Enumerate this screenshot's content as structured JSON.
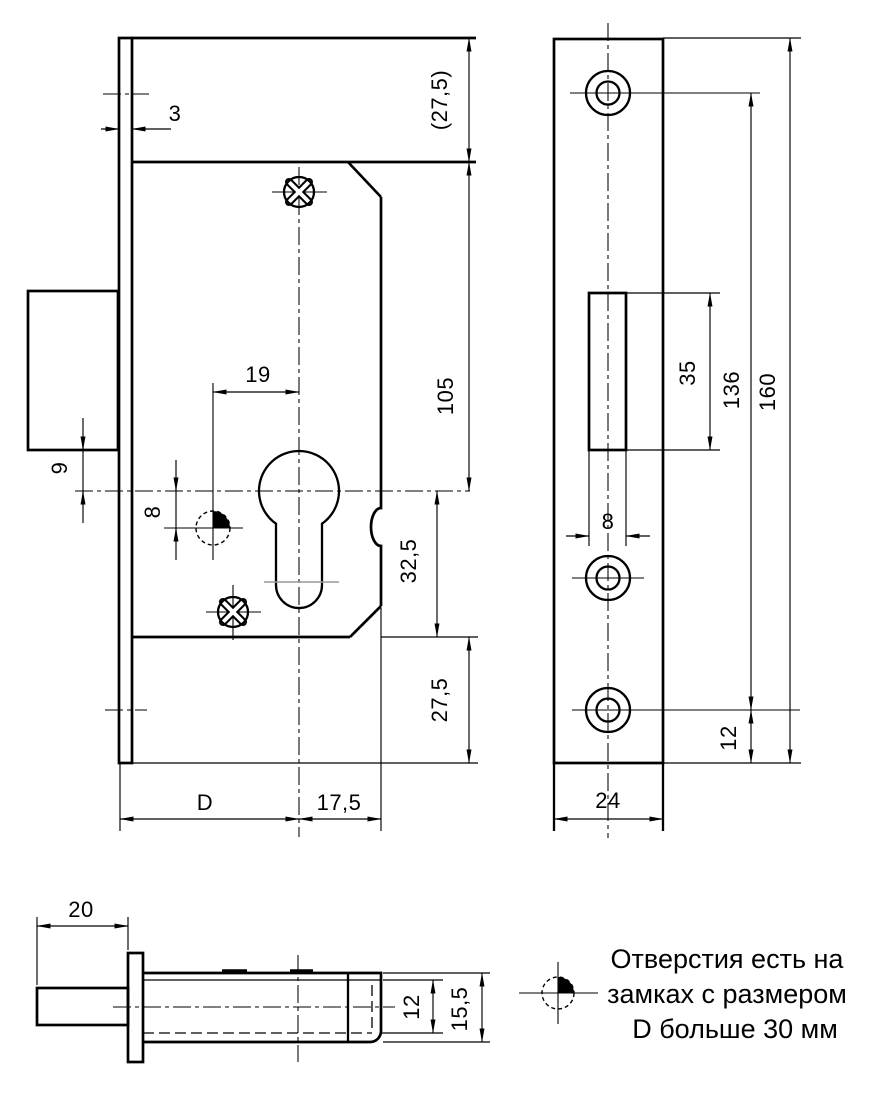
{
  "drawing_type": "lock-technical-drawing",
  "views": {
    "front": {
      "name": "front-view-lock-body",
      "dimensions": {
        "faceplate_thickness": "3",
        "top_section_ref": "(27,5)",
        "cylinder_to_hole": "19",
        "hole_offset": "8",
        "bolt_to_axis": "9",
        "upper_height": "105",
        "lower_height": "32,5",
        "bottom_height": "27,5",
        "backset": "D",
        "center_to_edge": "17,5"
      }
    },
    "faceplate": {
      "name": "faceplate-view",
      "dimensions": {
        "slot_length": "35",
        "hole_span": "136",
        "plate_length": "160",
        "slot_width": "8",
        "hole_to_edge": "12",
        "plate_width": "24"
      }
    },
    "side": {
      "name": "bolt-side-view",
      "dimensions": {
        "bolt_throw": "20",
        "latch_height": "12",
        "body_height": "15,5"
      }
    }
  },
  "legend": {
    "symbol": "quarter-filled-hole-marker",
    "lines": [
      "Отверстия есть на",
      "замках с размером",
      "D больше 30 мм"
    ]
  },
  "colors": {
    "line": "#000000",
    "background": "#ffffff"
  }
}
